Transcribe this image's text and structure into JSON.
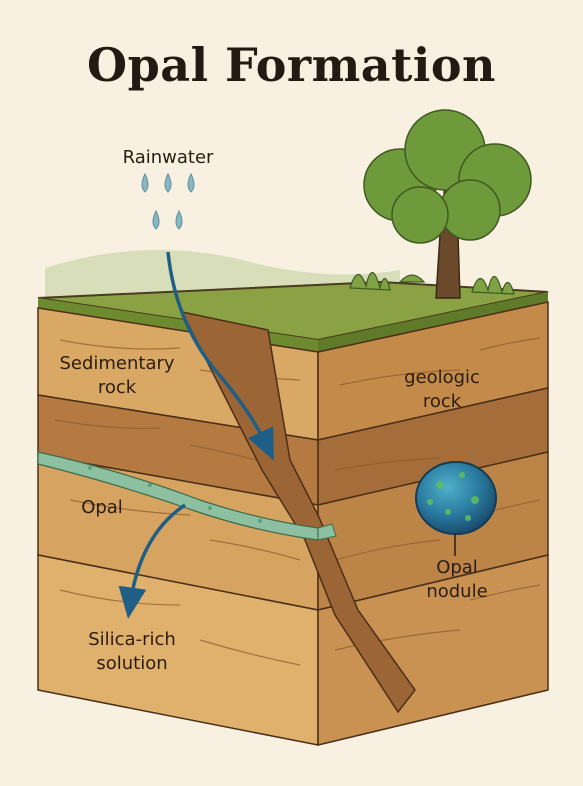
{
  "title": "Opal Formation",
  "labels": {
    "rainwater": "Rainwater",
    "sedimentary_rock": [
      "Sedimentary",
      "rock"
    ],
    "geologic_rock": [
      "geologic",
      "rock"
    ],
    "opal": "Opal",
    "opal_nodule": [
      "Opal",
      "nodule"
    ],
    "silica_solution": [
      "Silica-rich",
      "solution"
    ]
  },
  "colors": {
    "background": "#f8f1e1",
    "grass": "#7f9a3c",
    "soil_light": "#d9a865",
    "soil_mid": "#c48a4a",
    "soil_dark": "#a56d3a",
    "opal_vein": "#8cc0a0",
    "nodule": "#2c7fa8",
    "arrow": "#1f5f86",
    "raindrop": "#8ab7c4"
  }
}
